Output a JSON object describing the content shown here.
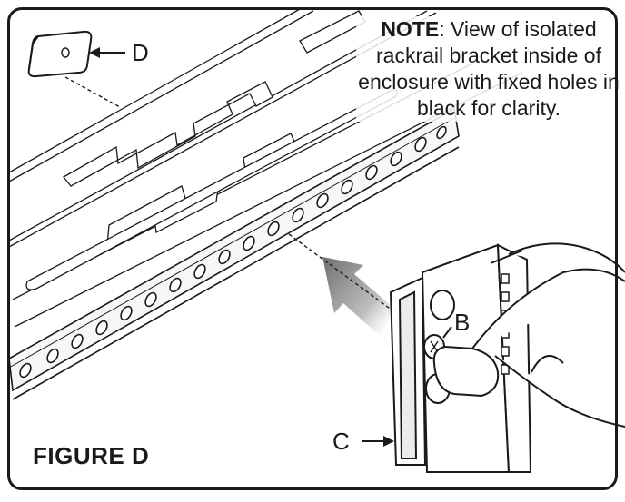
{
  "note": {
    "prefix": "NOTE",
    "text": ": View of isolated rackrail bracket inside of enclosure with fixed holes in black for clarity."
  },
  "figure_label": "FIGURE D",
  "callouts": {
    "d": "D",
    "b": "B",
    "c": "C"
  },
  "colors": {
    "line": "#1a1a1a",
    "rail_fill": "#f7f7f7",
    "arrow": "#8a8a8a"
  }
}
